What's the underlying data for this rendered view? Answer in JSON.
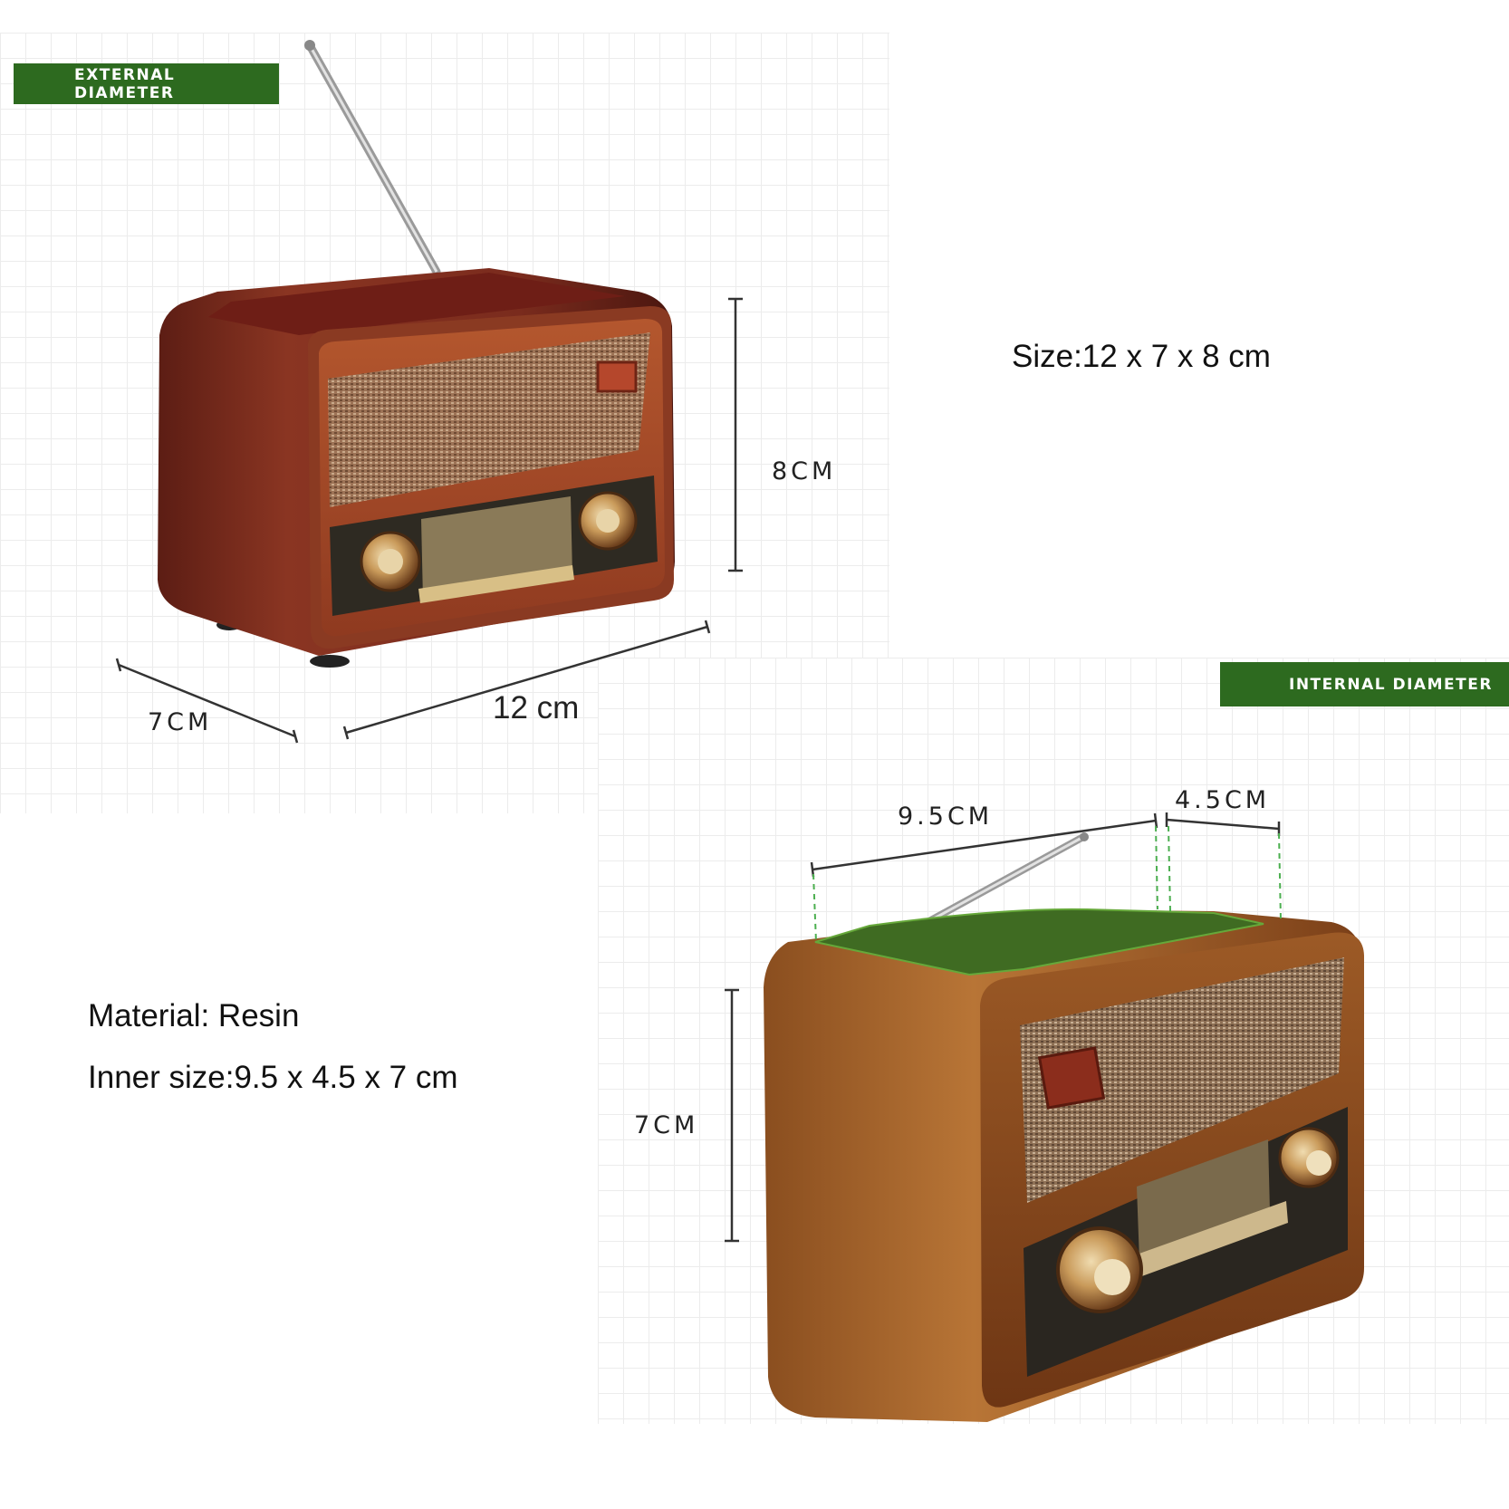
{
  "external": {
    "banner": "EXTERNAL DIAMETER",
    "height_label": "8CM",
    "depth_label": "7CM",
    "width_label": "12 cm"
  },
  "internal": {
    "banner": "INTERNAL DIAMETER",
    "length_label": "9.5CM",
    "width_label": "4.5CM",
    "height_label": "7CM"
  },
  "specs": {
    "size": "Size:12 x 7 x 8 cm",
    "material": "Material: Resin",
    "inner_size": "Inner size:9.5 x 4.5 x 7 cm"
  },
  "colors": {
    "banner_green": "#2d6a1f",
    "opening_green": "#3f6b22",
    "radio_red": "#7a2b1d",
    "radio_wood": "#b06c30"
  }
}
